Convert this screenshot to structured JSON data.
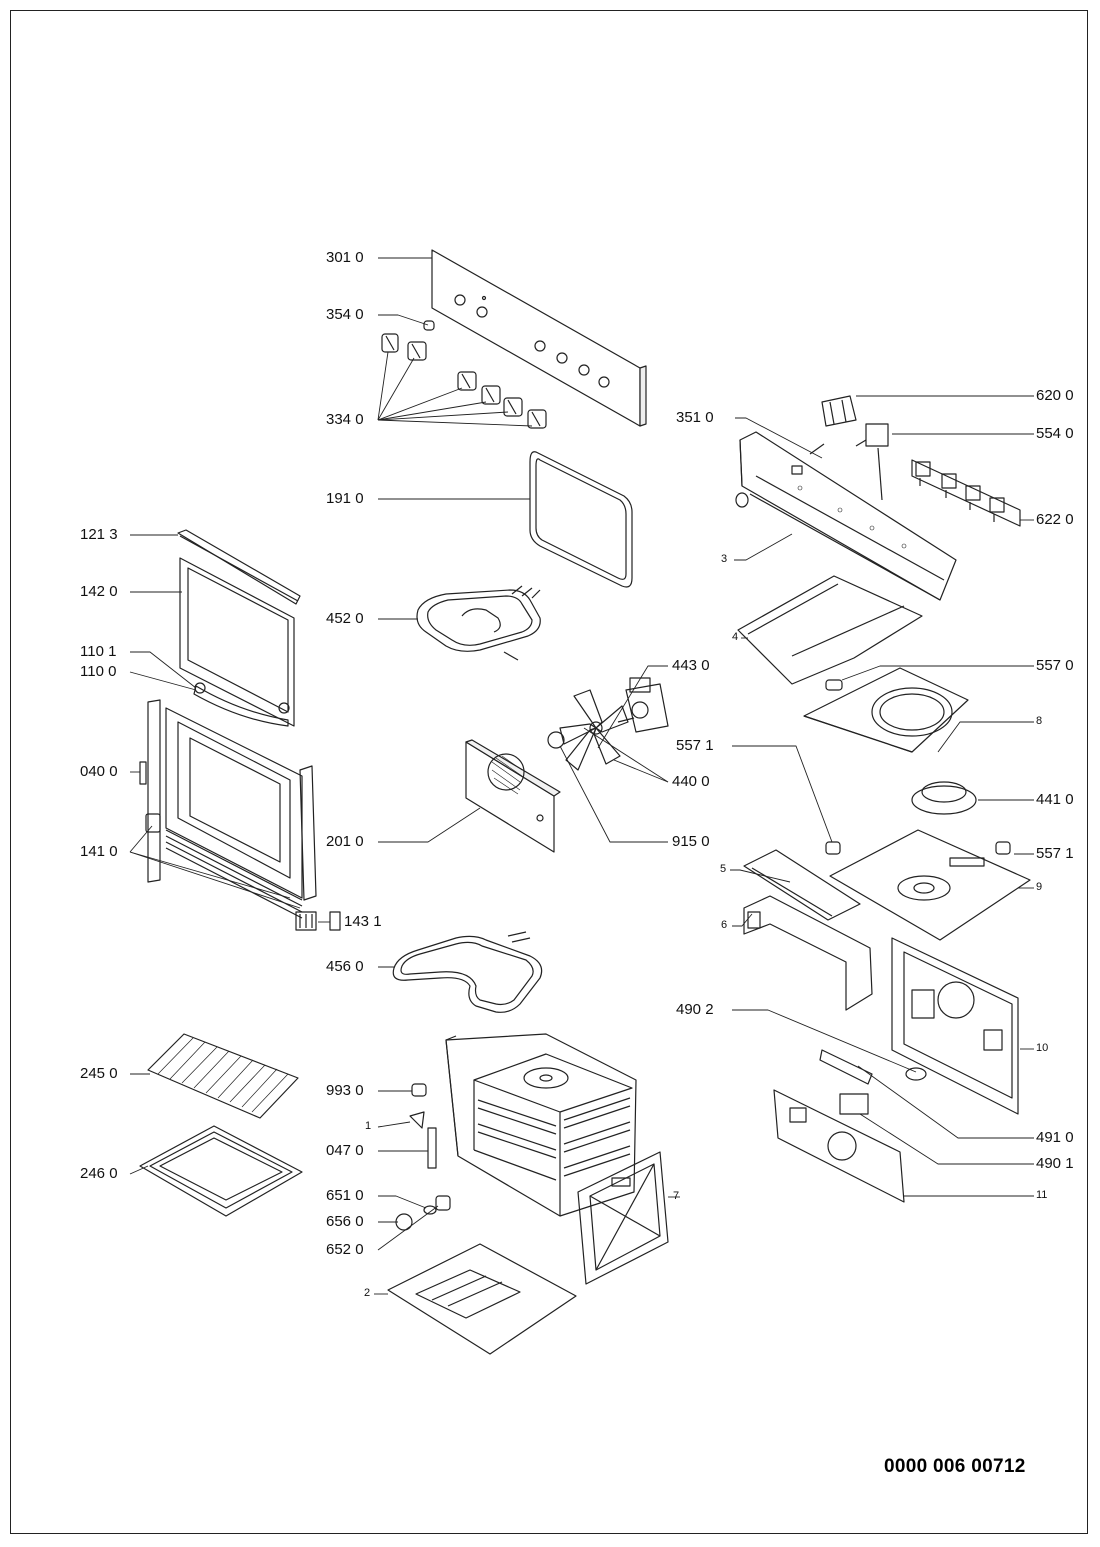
{
  "diagram": {
    "document_number": "0000 006 00712",
    "labels": {
      "l3010": "301 0",
      "l3540": "354 0",
      "l3340": "334 0",
      "l1910": "191 0",
      "l1213": "121 3",
      "l1420": "142 0",
      "l4520": "452 0",
      "l1101": "110 1",
      "l1100": "110 0",
      "l0400": "040 0",
      "l1410": "141 0",
      "l2010": "201 0",
      "l1431": "143 1",
      "l4560": "456 0",
      "l2450": "245 0",
      "l2460": "246 0",
      "l9930": "993 0",
      "l1": "1",
      "l0470": "047 0",
      "l6510": "651 0",
      "l6560": "656 0",
      "l6520": "652 0",
      "l2": "2",
      "l7": "7",
      "l3510": "351 0",
      "l6200": "620 0",
      "l5540": "554 0",
      "l6220": "622 0",
      "l3": "3",
      "l4": "4",
      "l4430": "443 0",
      "l5570": "557 0",
      "l8": "8",
      "l4400": "440 0",
      "l9150": "915 0",
      "l5571a": "557 1",
      "l4410": "441 0",
      "l5571b": "557 1",
      "l5": "5",
      "l9": "9",
      "l6": "6",
      "l4902": "490 2",
      "l10": "10",
      "l4910": "491 0",
      "l4901": "490 1",
      "l11": "11"
    }
  }
}
